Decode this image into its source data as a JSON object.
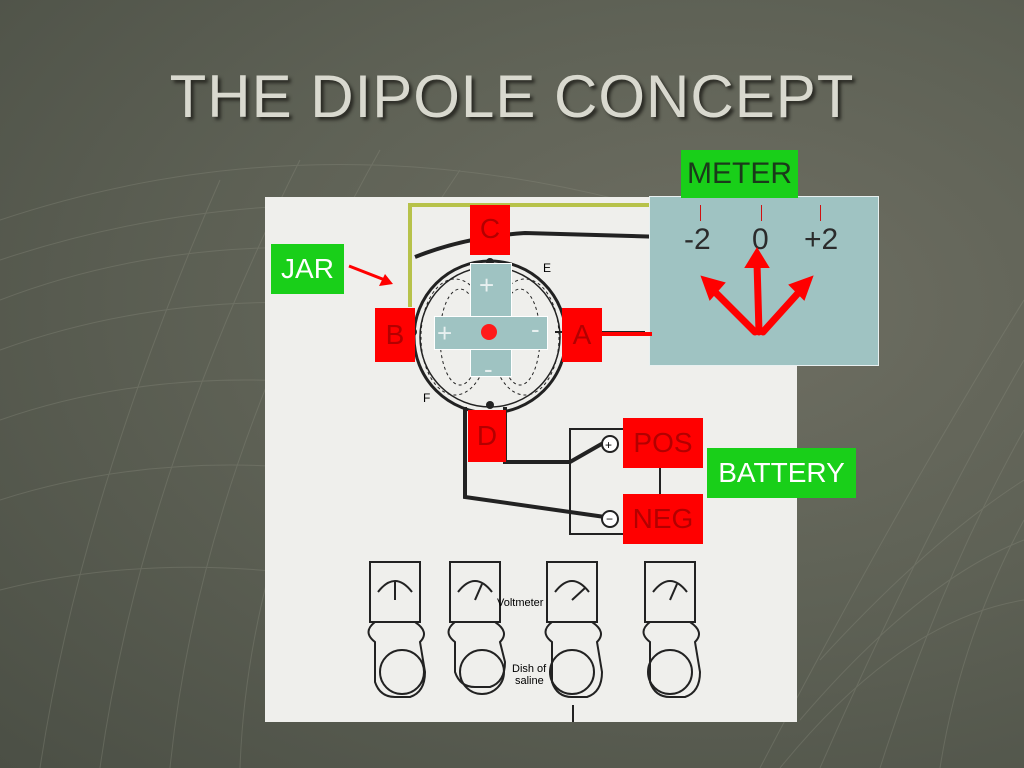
{
  "slide": {
    "title": "THE  DIPOLE CONCEPT"
  },
  "labels": {
    "jar": "JAR",
    "meter": "METER",
    "battery": "BATTERY",
    "electrode_c": "C",
    "electrode_b": "B",
    "electrode_a": "A",
    "electrode_d": "D",
    "pos": "POS",
    "neg": "NEG"
  },
  "meter_scale": {
    "left": "-2",
    "center": "0",
    "right": "+2"
  },
  "dipole_signs": {
    "top": "+",
    "left": "+",
    "right": "-",
    "bottom": "-"
  },
  "diagram_text": {
    "e_label": "E",
    "f_label": "F",
    "voltmeter": "Voltmeter",
    "dish_line1": "Dish of",
    "dish_line2": "saline"
  },
  "colors": {
    "label_red": "#ff0000",
    "label_green": "#19cf19",
    "panel_blue": "#9fc3c2",
    "arrow_red": "#ff0000"
  }
}
